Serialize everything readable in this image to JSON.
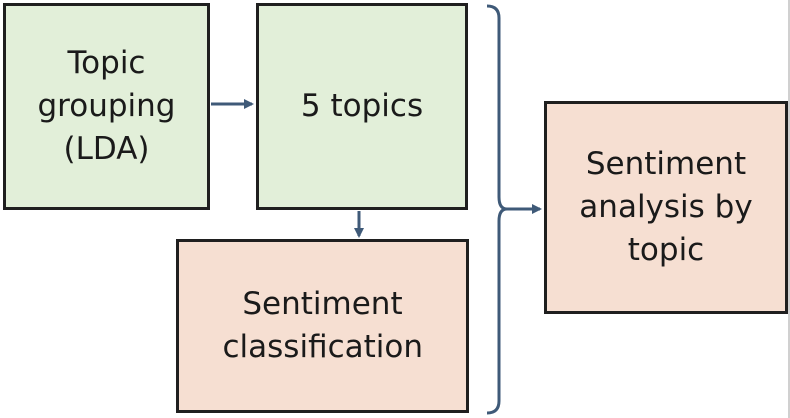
{
  "diagram": {
    "nodes": {
      "topic_grouping": {
        "text": "Topic grouping (LDA)",
        "color": "#e2efd9"
      },
      "five_topics": {
        "text": "5 topics",
        "color": "#e2efd9"
      },
      "sentiment_classification": {
        "text": "Sentiment classification",
        "color": "#f6dfd2"
      },
      "sentiment_by_topic": {
        "text": "Sentiment analysis by topic",
        "color": "#f6dfd2"
      }
    },
    "edges": [
      {
        "from": "topic_grouping",
        "to": "five_topics"
      },
      {
        "from": "five_topics",
        "to": "sentiment_classification"
      },
      {
        "from": [
          "five_topics",
          "sentiment_classification"
        ],
        "to": "sentiment_by_topic",
        "via": "right-brace"
      }
    ],
    "connector_color": "#3f5a78",
    "border_color": "#1f1f1f"
  }
}
